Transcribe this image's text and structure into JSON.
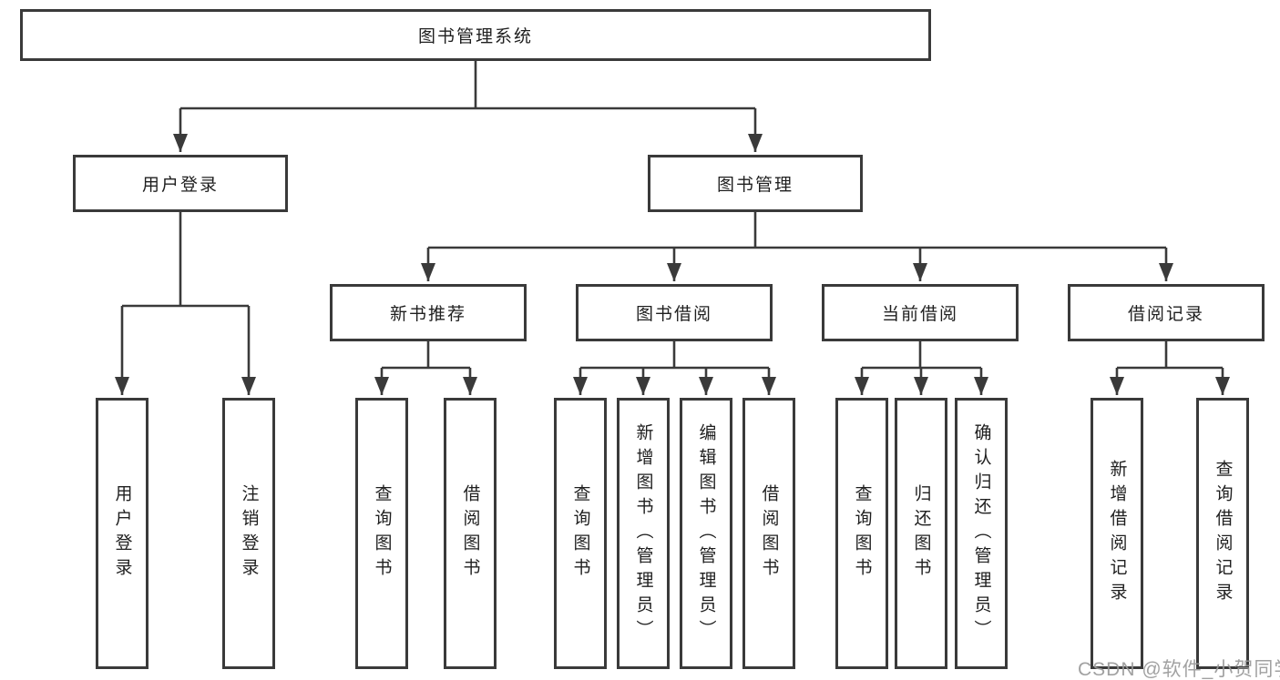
{
  "diagram": {
    "type": "hierarchy-tree",
    "watermark": "CSDN @软件_小贺同学",
    "colors": {
      "line": "#3a3a3a",
      "box_border": "#3a3a3a",
      "box_fill": "#ffffff",
      "text": "#1f1f1f",
      "watermark": "#999999",
      "background": "#ffffff"
    },
    "tree": {
      "label": "图书管理系统",
      "children": [
        {
          "label": "用户登录",
          "children": [
            {
              "label": "用户登录"
            },
            {
              "label": "注销登录"
            }
          ]
        },
        {
          "label": "图书管理",
          "children": [
            {
              "label": "新书推荐",
              "children": [
                {
                  "label": "查询图书"
                },
                {
                  "label": "借阅图书"
                }
              ]
            },
            {
              "label": "图书借阅",
              "children": [
                {
                  "label": "查询图书"
                },
                {
                  "label": "新增图书（管理员）"
                },
                {
                  "label": "编辑图书（管理员）"
                },
                {
                  "label": "借阅图书"
                }
              ]
            },
            {
              "label": "当前借阅",
              "children": [
                {
                  "label": "查询图书"
                },
                {
                  "label": "归还图书"
                },
                {
                  "label": "确认归还（管理员）"
                }
              ]
            },
            {
              "label": "借阅记录",
              "children": [
                {
                  "label": "新增借阅记录"
                },
                {
                  "label": "查询借阅记录"
                }
              ]
            }
          ]
        }
      ]
    }
  }
}
